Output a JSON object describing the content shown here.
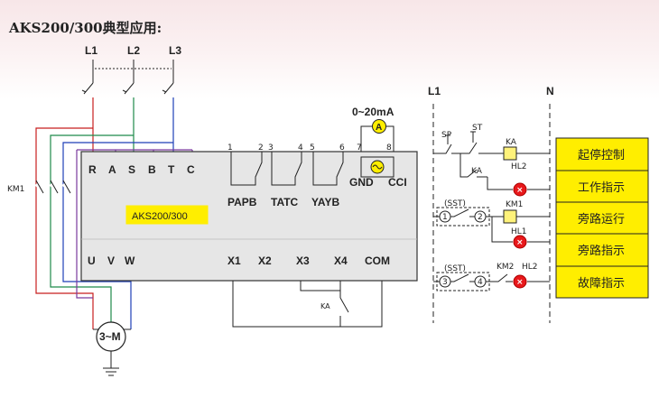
{
  "title": "AKS200/300典型应用:",
  "phases": [
    "L1",
    "L2",
    "L3"
  ],
  "inputs": [
    "R",
    "A",
    "S",
    "B",
    "T",
    "C"
  ],
  "outputs": [
    "U",
    "V",
    "W"
  ],
  "km_left": "KM1",
  "model": "AKS200/300",
  "term_nums": [
    "1",
    "2",
    "3",
    "4",
    "5",
    "6",
    "7",
    "8"
  ],
  "relay_groups": [
    "PAPB",
    "TATC",
    "YAYB"
  ],
  "meter": "0~20mA",
  "meter_symbol": "A",
  "gnd": "GND",
  "cci": "CCI",
  "x_terms": [
    "X1",
    "X2",
    "X3",
    "X4",
    "COM"
  ],
  "ka": "KA",
  "motor": "3~M",
  "right_bus": [
    "L1",
    "N"
  ],
  "sp": "SP",
  "st": "ST",
  "hl2": "HL2",
  "hl1": "HL1",
  "km1": "KM1",
  "km2": "KM2",
  "sst": "(SST)",
  "nodes": [
    "1",
    "2",
    "3",
    "4"
  ],
  "hl_symbol": "×",
  "functions": [
    "起停控制",
    "工作指示",
    "旁路运行",
    "旁路指示",
    "故障指示"
  ],
  "colors": {
    "panel": "#ffee00",
    "lamp": "#e8181b",
    "relay_box": "#fff27a",
    "block": "#e6e6e6",
    "wire_red": "#c81e1e",
    "wire_green": "#1e8a4a",
    "wire_blue": "#1e3fb8",
    "wire_purple": "#7a3a9e"
  }
}
